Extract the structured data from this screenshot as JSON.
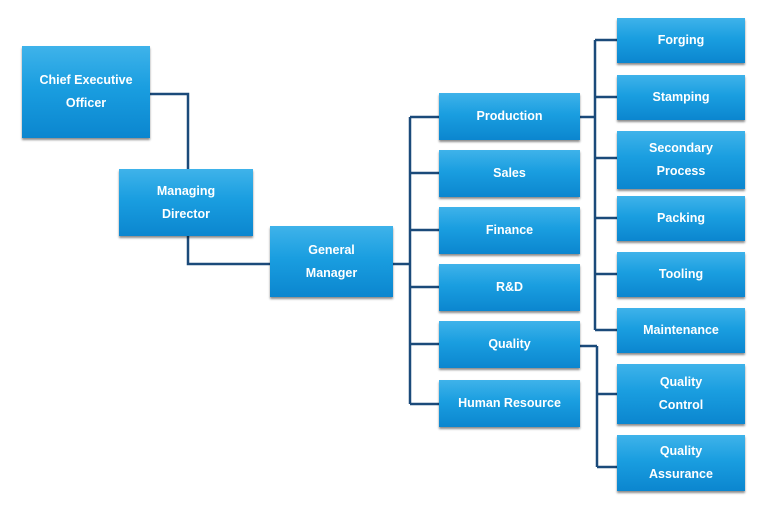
{
  "nodes": {
    "ceo": "Chief Executive\nOfficer",
    "md": "Managing\nDirector",
    "gm": "General\nManager",
    "production": "Production",
    "sales": "Sales",
    "finance": "Finance",
    "rnd": "R&D",
    "quality": "Quality",
    "hr": "Human Resource",
    "forging": "Forging",
    "stamping": "Stamping",
    "secondary_process": "Secondary\nProcess",
    "packing": "Packing",
    "tooling": "Tooling",
    "maintenance": "Maintenance",
    "quality_control": "Quality\nControl",
    "quality_assurance": "Quality\nAssurance"
  },
  "colors": {
    "node_fill": "#1a9ee0",
    "connector": "#1b4a7a"
  }
}
